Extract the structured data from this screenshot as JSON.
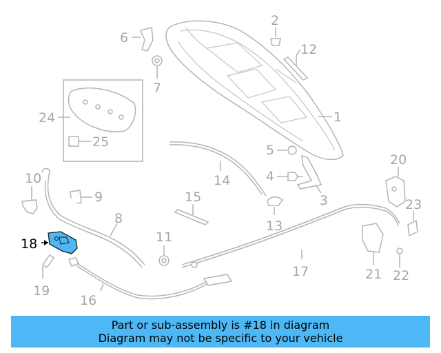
{
  "callouts": {
    "c1": "1",
    "c2": "2",
    "c3": "3",
    "c4": "4",
    "c5": "5",
    "c6": "6",
    "c7": "7",
    "c8": "8",
    "c9": "9",
    "c10": "10",
    "c11": "11",
    "c12": "12",
    "c13": "13",
    "c14": "14",
    "c15": "15",
    "c16": "16",
    "c17": "17",
    "c18": "18",
    "c19": "19",
    "c20": "20",
    "c21": "21",
    "c22": "22",
    "c23": "23",
    "c24": "24",
    "c25": "25"
  },
  "highlight": {
    "part_number": "18",
    "color": "#4db8f5"
  },
  "banner": {
    "line1": "Part or sub-assembly is #18 in diagram",
    "line2": "Diagram may not be specific to your vehicle",
    "color": "#4db8f5"
  }
}
